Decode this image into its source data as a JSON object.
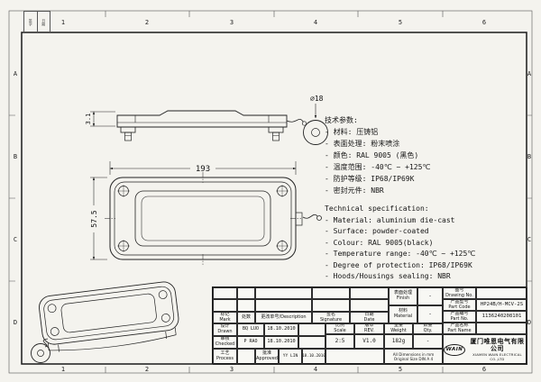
{
  "frame": {
    "cols": [
      "1",
      "2",
      "3",
      "4",
      "5",
      "6"
    ],
    "rows": [
      "A",
      "B",
      "C",
      "D"
    ]
  },
  "corner": {
    "c1": "签字",
    "c2": "日期"
  },
  "dims": {
    "thickness": "3.1",
    "cap": "∅18",
    "length": "193",
    "width": "57.5"
  },
  "spec_cn": {
    "title": "技术参数:",
    "lines": [
      "- 材料: 压铸铝",
      "- 表面处理: 粉末喷涂",
      "- 颜色: RAL 9005 (黑色)",
      "- 温度范围: -40℃ ~ +125℃",
      "- 防护等级: IP68/IP69K",
      "- 密封元件: NBR"
    ]
  },
  "spec_en": {
    "title": "Technical specification:",
    "lines": [
      "- Material: aluminium die-cast",
      "- Surface: powder-coated",
      "- Colour: RAL 9005(black)",
      "- Temperature range: -40℃ ~ +125℃",
      "- Degree of protection: IP68/IP69K",
      "- Hoods/Housings sealing: NBR"
    ]
  },
  "title_block": {
    "mark": "标记\nMark",
    "count": "处数",
    "desc": "更改单号/Description",
    "sign": "签名\nSignature",
    "date": "日期\nDate",
    "drawn": "设计\nDrawn",
    "drawn_name": "BQ LUO",
    "drawn_date": "18.10.2010",
    "checked": "审核\nChecked",
    "checked_name": "P RAO",
    "checked_date": "18.10.2010",
    "process": "工艺\nProcess",
    "approved": "批准\nApproved",
    "approved_name": "YY LIN",
    "approved_date": "18.10.2010",
    "scale_label": "比例\nScale",
    "scale_value": "2:5",
    "rev_label": "版本\nREV.",
    "rev_value": "V1.0",
    "weight_label": "重量\nWeight",
    "weight_value": "182g",
    "qty_label": "数量\nQty.",
    "qty_value": "-",
    "finish_label": "表面处理\nFinish",
    "finish_value": "-",
    "material_label": "材料\nMaterial",
    "material_value": "-",
    "drawing_no_label": "图号\nDrawing No.",
    "drawing_no_value": "",
    "part_code_label": "产品型号\nPart Code",
    "part_code_value": "HP24B/H-MCV-2S",
    "part_no_label": "产品编号\nPart No.",
    "part_no_value": "1136240208101",
    "part_name_label": "产品名称\nPart Name",
    "part_name_value": "",
    "note": "All Dimensions in mm\nOriginal Size DIN A 4",
    "logo": "WAIN",
    "company_cn": "厦门唯恩电气有限公司",
    "company_en": "XIAMEN WAIN ELECTRICAL CO.,LTD"
  }
}
